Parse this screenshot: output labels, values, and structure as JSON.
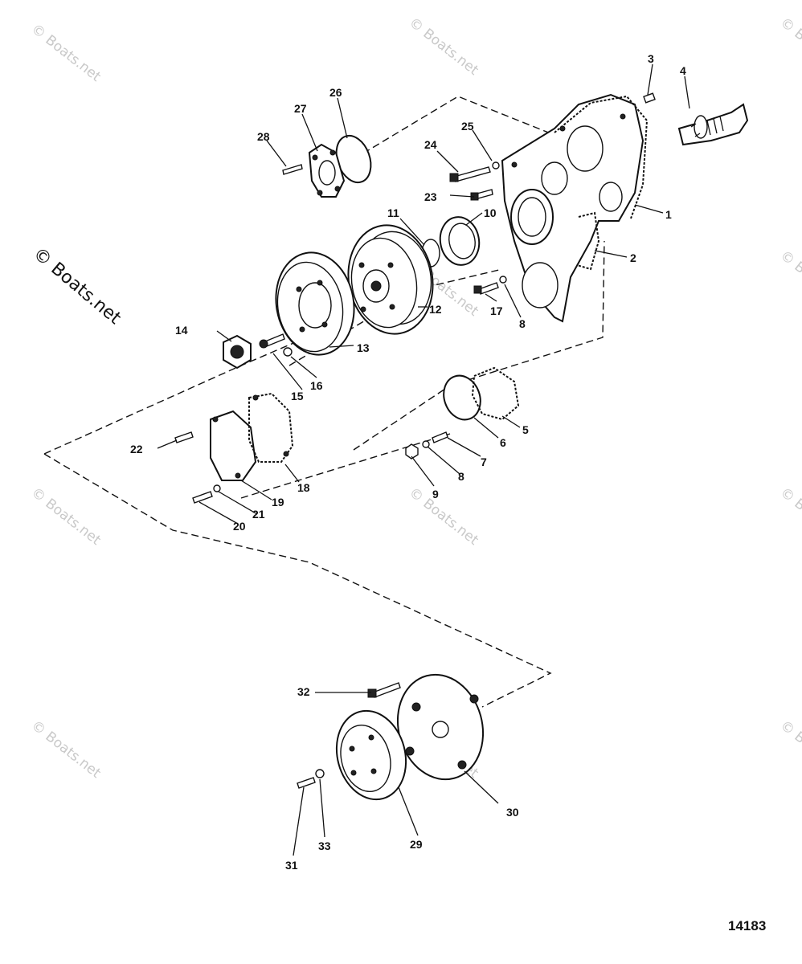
{
  "diagram": {
    "reference_number": "14183",
    "watermark": "© Boats.net",
    "callouts": [
      "1",
      "2",
      "3",
      "4",
      "5",
      "6",
      "7",
      "8",
      "9",
      "10",
      "11",
      "12",
      "13",
      "14",
      "15",
      "16",
      "17",
      "18",
      "19",
      "20",
      "21",
      "22",
      "23",
      "24",
      "25",
      "26",
      "27",
      "28",
      "29",
      "30",
      "31",
      "32",
      "33"
    ],
    "second_label_8": "8"
  }
}
